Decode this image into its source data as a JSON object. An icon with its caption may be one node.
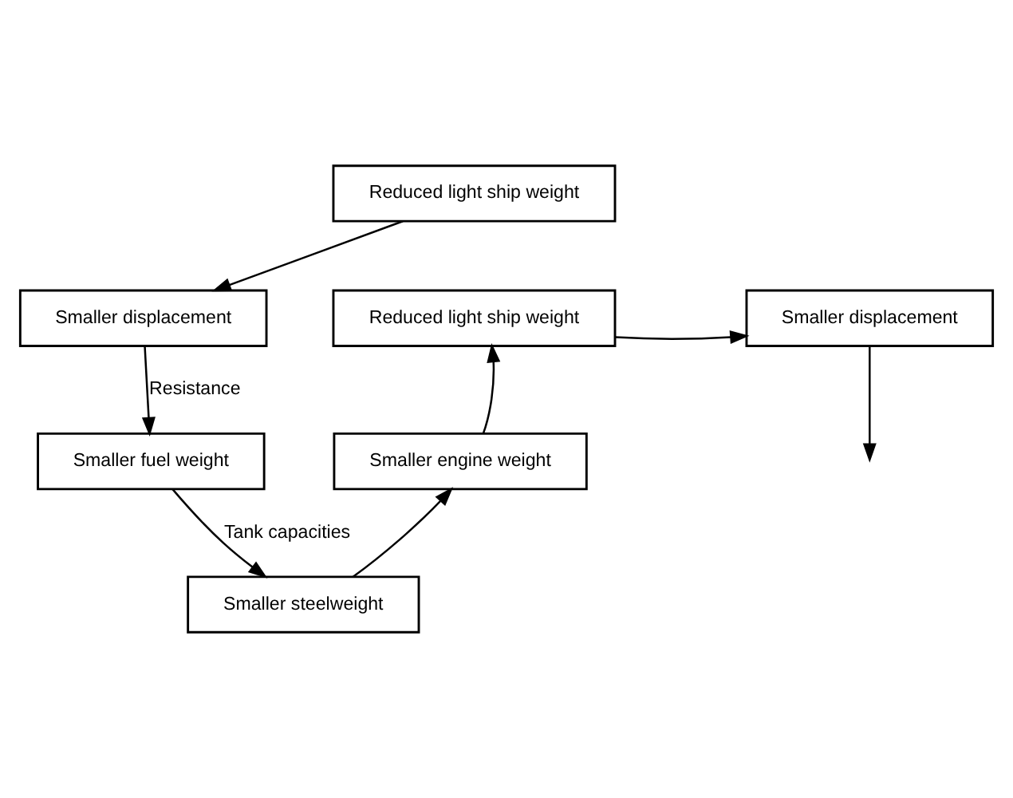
{
  "diagram": {
    "nodes": [
      {
        "text": [
          "Reduced light ship weight"
        ]
      },
      {
        "text": [
          "Smaller displacement"
        ]
      },
      {
        "text": [
          "Smaller fuel weight"
        ]
      },
      {
        "text": [
          "Smaller steelweight"
        ]
      },
      {
        "text": [
          "Smaller engine weight"
        ]
      },
      {
        "text": [
          "Reduced light ship weight"
        ]
      },
      {
        "text": [
          "Smaller displacement"
        ]
      }
    ],
    "edges": [
      {
        "from": 0,
        "to": 1,
        "arrow": "to"
      },
      {
        "from": 1,
        "to": 2,
        "arrow": "to",
        "label": "Resistance"
      },
      {
        "from": 2,
        "to": 3,
        "arrow": "to",
        "label": "Tank capacities"
      },
      {
        "from": 3,
        "to": 4,
        "arrow": "to"
      },
      {
        "from": 4,
        "to": 5,
        "arrow": "to"
      },
      {
        "from": 5,
        "to": 6,
        "arrow": "to"
      },
      {
        "from": 6,
        "to": null,
        "arrow": "to"
      }
    ]
  }
}
